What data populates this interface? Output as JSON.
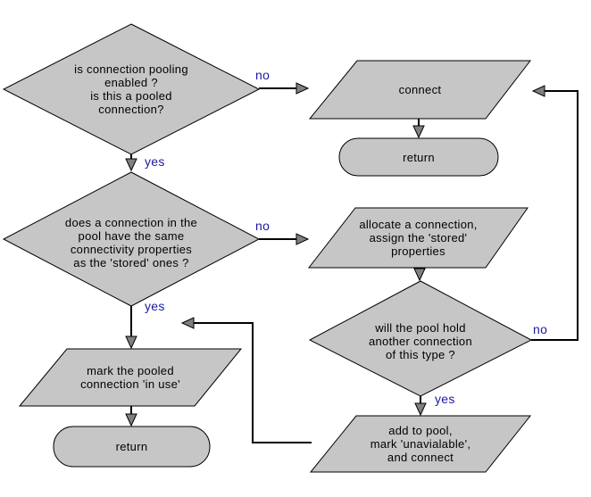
{
  "diagram": {
    "kind": "flowchart",
    "topic": "connection pooling decision flow",
    "colors": {
      "background": "#ffffff",
      "shape_fill": "#c6c6c6",
      "shape_border": "#000000",
      "connector": "#000000",
      "arrowhead_fill": "#808080",
      "node_text": "#000000",
      "edge_label_text": "#1a1aa0"
    },
    "nodes": {
      "d1": {
        "type": "decision",
        "text": "is connection pooling\nenabled ?\nis this a pooled\nconnection?"
      },
      "p_connect": {
        "type": "process",
        "text": "connect"
      },
      "t_return_top": {
        "type": "terminator",
        "text": "return"
      },
      "d2": {
        "type": "decision",
        "text": "does a connection in the\npool have the same\nconnectivity properties\nas the 'stored' ones ?"
      },
      "p_allocate": {
        "type": "process",
        "text": "allocate a connection,\nassign the 'stored'\nproperties"
      },
      "d3": {
        "type": "decision",
        "text": "will the pool hold\nanother connection\nof this type ?"
      },
      "p_add_to_pool": {
        "type": "process",
        "text": "add to pool,\nmark 'unavialable',\nand connect"
      },
      "p_mark_in_use": {
        "type": "process",
        "text": "mark the pooled\nconnection 'in use'"
      },
      "t_return_bottom": {
        "type": "terminator",
        "text": "return"
      }
    },
    "edge_labels": {
      "d1_no": "no",
      "d1_yes": "yes",
      "d2_no": "no",
      "d2_yes": "yes",
      "d3_no": "no",
      "d3_yes": "yes"
    }
  }
}
